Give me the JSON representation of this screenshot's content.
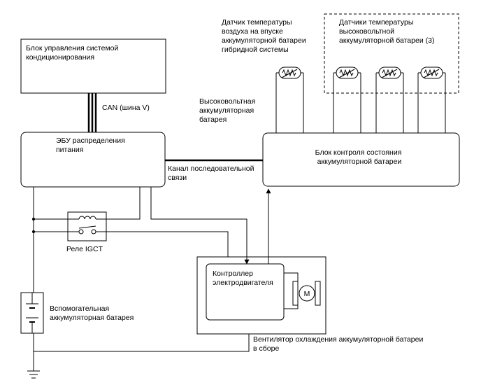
{
  "blocks": {
    "ac_unit": [
      "Блок управления системой",
      "кондиционирования"
    ],
    "pdu_ecu": [
      "ЭБУ распределения",
      "питания"
    ],
    "battery_monitor": [
      "Блок контроля состояния",
      "аккумуляторной батареи"
    ],
    "motor_controller": [
      "Контроллер",
      "электродвигателя"
    ]
  },
  "labels": {
    "can_bus": [
      "CAN (шина V)"
    ],
    "serial_link": [
      "Канал последовательной",
      "связи"
    ],
    "hv_battery": [
      "Высоковольтная",
      "аккумуляторная",
      "батарея"
    ],
    "intake_sensor": [
      "Датчик температуры",
      "воздуха на впуске",
      "аккумуляторной батареи",
      "гибридной системы"
    ],
    "hv_temp_sensors": [
      "Датчики температуры",
      "высоковольтной",
      "аккумуляторной батареи (3)"
    ],
    "igct_relay": [
      "Реле IGCT"
    ],
    "aux_battery": [
      "Вспомогательная",
      "аккумуляторная батарея"
    ],
    "cooling_fan": [
      "Вентилятор охлаждения аккумуляторной батареи",
      "в сборе"
    ],
    "motor_symbol": [
      "M"
    ]
  }
}
